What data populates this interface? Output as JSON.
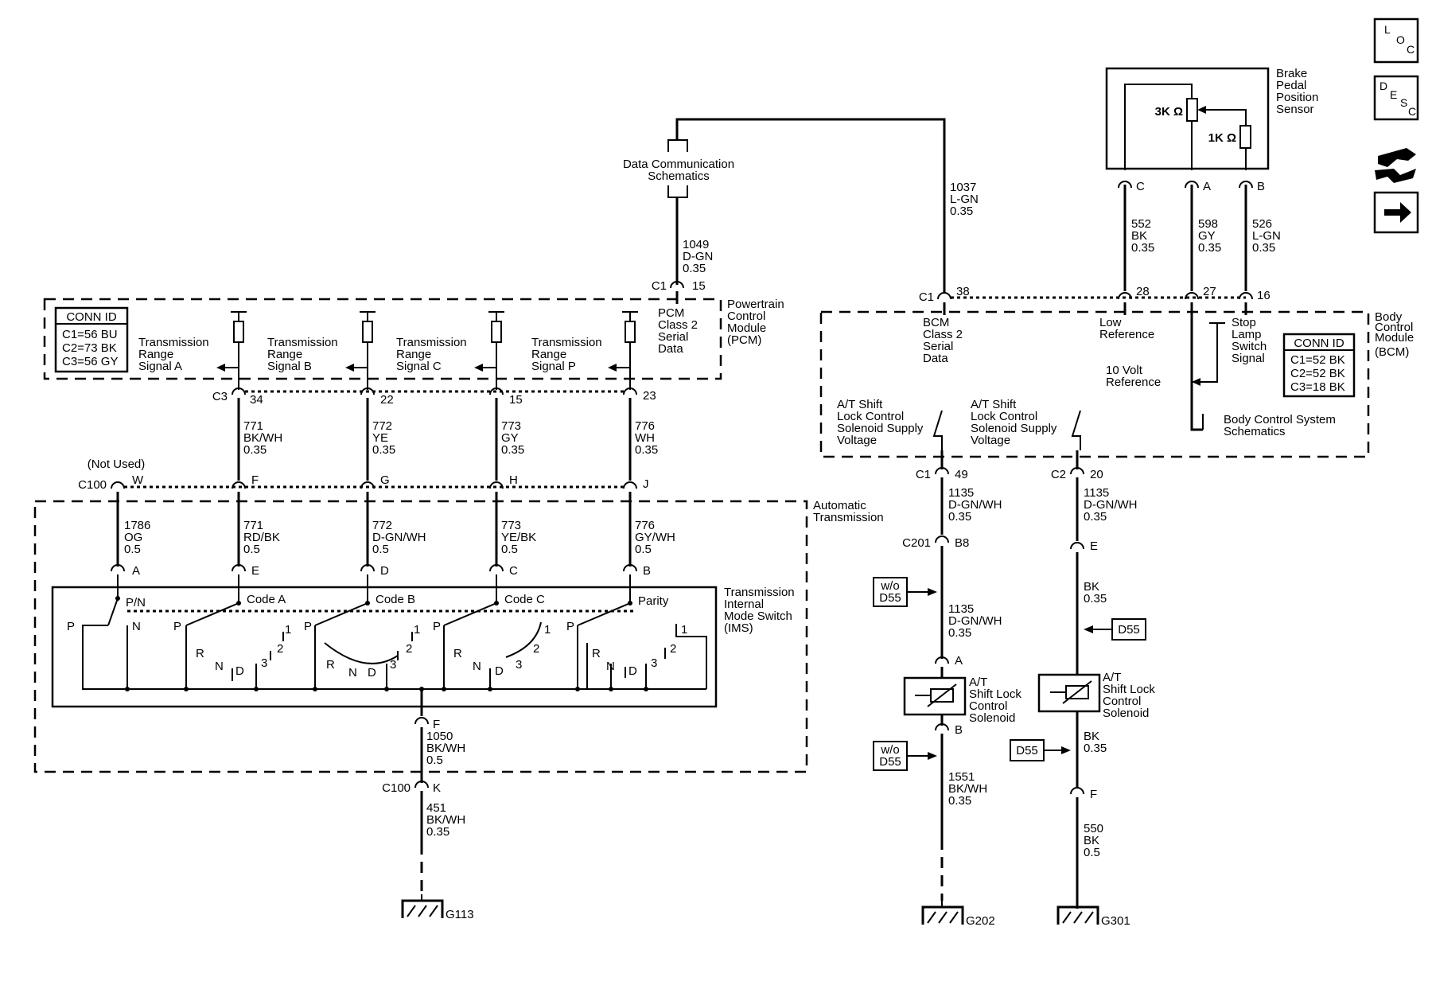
{
  "side_icons": [
    "LOC",
    "DESC",
    "connector-icon",
    "next-arrow-icon"
  ],
  "icon_letters": {
    "loc": [
      "L",
      "O",
      "C"
    ],
    "desc": [
      "D",
      "E",
      "S",
      "C"
    ]
  },
  "dcs": {
    "label1": "Data Communication",
    "label2": "Schematics"
  },
  "wires": {
    "w1049": [
      "1049",
      "D-GN",
      "0.35"
    ],
    "w1037": [
      "1037",
      "L-GN",
      "0.35"
    ],
    "w552": [
      "552",
      "BK",
      "0.35"
    ],
    "w598": [
      "598",
      "GY",
      "0.35"
    ],
    "w526": [
      "526",
      "L-GN",
      "0.35"
    ],
    "w771a": [
      "771",
      "BK/WH",
      "0.35"
    ],
    "w772a": [
      "772",
      "YE",
      "0.35"
    ],
    "w773a": [
      "773",
      "GY",
      "0.35"
    ],
    "w776a": [
      "776",
      "WH",
      "0.35"
    ],
    "w1786": [
      "1786",
      "OG",
      "0.5"
    ],
    "w771b": [
      "771",
      "RD/BK",
      "0.5"
    ],
    "w772b": [
      "772",
      "D-GN/WH",
      "0.5"
    ],
    "w773b": [
      "773",
      "YE/BK",
      "0.5"
    ],
    "w776b": [
      "776",
      "GY/WH",
      "0.5"
    ],
    "w1050": [
      "1050",
      "BK/WH",
      "0.5"
    ],
    "w451": [
      "451",
      "BK/WH",
      "0.35"
    ],
    "w1135a": [
      "1135",
      "D-GN/WH",
      "0.35"
    ],
    "w1135b": [
      "1135",
      "D-GN/WH",
      "0.35"
    ],
    "w1135c": [
      "1135",
      "D-GN/WH",
      "0.35"
    ],
    "wbk1": [
      "BK",
      "0.35"
    ],
    "wbk2": [
      "BK",
      "0.35"
    ],
    "w1551": [
      "1551",
      "BK/WH",
      "0.35"
    ],
    "w550": [
      "550",
      "BK",
      "0.5"
    ]
  },
  "pcm": {
    "name": [
      "Powertrain",
      "Control",
      "Module",
      "(PCM)"
    ],
    "serial": [
      "PCM",
      "Class 2",
      "Serial",
      "Data"
    ],
    "conn_title": "CONN ID",
    "conn": [
      "C1=56 BU",
      "C2=73 BK",
      "C3=56 GY"
    ],
    "signals": [
      [
        "Transmission",
        "Range",
        "Signal A"
      ],
      [
        "Transmission",
        "Range",
        "Signal B"
      ],
      [
        "Transmission",
        "Range",
        "Signal C"
      ],
      [
        "Transmission",
        "Range",
        "Signal P"
      ]
    ]
  },
  "bcm": {
    "name": [
      "Body",
      "Control",
      "Module",
      "(BCM)"
    ],
    "serial": [
      "BCM",
      "Class 2",
      "Serial",
      "Data"
    ],
    "low_ref": [
      "Low",
      "Reference"
    ],
    "stop": [
      "Stop",
      "Lamp",
      "Switch",
      "Signal"
    ],
    "ten_v": [
      "10 Volt",
      "Reference"
    ],
    "bcs": [
      "Body Control System",
      "Schematics"
    ],
    "conn_title": "CONN ID",
    "conn": [
      "C1=52 BK",
      "C2=52 BK",
      "C3=18 BK"
    ],
    "shift1": [
      "A/T Shift",
      "Lock Control",
      "Solenoid Supply",
      "Voltage"
    ],
    "shift2": [
      "A/T Shift",
      "Lock Control",
      "Solenoid Supply",
      "Voltage"
    ]
  },
  "sensor": {
    "name": [
      "Brake",
      "Pedal",
      "Position",
      "Sensor"
    ],
    "r1": "3K Ω",
    "r2": "1K Ω",
    "pins": [
      "C",
      "A",
      "B"
    ]
  },
  "connectors": {
    "c1_15": [
      "C1",
      "15"
    ],
    "c1_38": [
      "C1",
      "38"
    ],
    "bcm28": "28",
    "bcm27": "27",
    "bcm16": "16",
    "c3": "C3",
    "p34": "34",
    "p22": "22",
    "p15": "15",
    "p23": "23",
    "notused": "(Not Used)",
    "c100": "C100",
    "pW": "W",
    "pF": "F",
    "pG": "G",
    "pH": "H",
    "pJ": "J",
    "pA": "A",
    "pE": "E",
    "pD": "D",
    "pC": "C",
    "pB": "B",
    "ims_f": "F",
    "c100b": "C100",
    "pK": "K",
    "c1_49": [
      "C1",
      "49"
    ],
    "c2_20": [
      "C2",
      "20"
    ],
    "c201": [
      "C201",
      "B8"
    ],
    "e2": "E",
    "solA": "A",
    "solB": "B",
    "f2": "F"
  },
  "trans": {
    "name": [
      "Automatic",
      "Transmission"
    ]
  },
  "ims": {
    "name": [
      "Transmission",
      "Internal",
      "Mode Switch",
      "(IMS)"
    ],
    "heads": [
      "P/N",
      "Code A",
      "Code B",
      "Code C",
      "Parity"
    ],
    "pos": {
      "P": "P",
      "N": "N",
      "R": "R",
      "D": "D",
      "one": "1",
      "two": "2",
      "three": "3"
    }
  },
  "solenoid": [
    "A/T",
    "Shift Lock",
    "Control",
    "Solenoid"
  ],
  "solenoid2": [
    "A/T",
    "Shift Lock",
    "Control",
    "Solenoid"
  ],
  "tags": {
    "wo": [
      "w/o",
      "D55"
    ],
    "d55": "D55"
  },
  "grounds": [
    "G113",
    "G202",
    "G301"
  ]
}
